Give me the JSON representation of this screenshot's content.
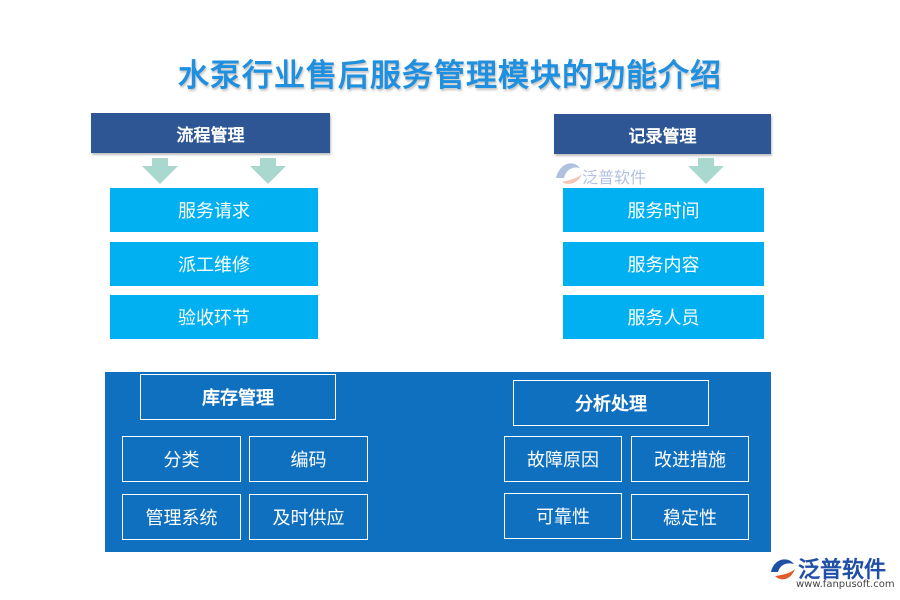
{
  "title": "水泵行业售后服务管理模块的功能介绍",
  "colors": {
    "title": "#1f8fe0",
    "header_bg": "#2e5695",
    "item_bg": "#00b0f0",
    "panel_bg": "#1070c0",
    "arrow": "#a9d8cf"
  },
  "flow": {
    "header": "流程管理",
    "items": [
      "服务请求",
      "派工维修",
      "验收环节"
    ]
  },
  "record": {
    "header": "记录管理",
    "items": [
      "服务时间",
      "服务内容",
      "服务人员"
    ]
  },
  "inventory": {
    "header": "库存管理",
    "items": [
      "分类",
      "编码",
      "管理系统",
      "及时供应"
    ]
  },
  "analysis": {
    "header": "分析处理",
    "items": [
      "故障原因",
      "改进措施",
      "可靠性",
      "稳定性"
    ]
  },
  "watermark": {
    "text": "泛普软件",
    "icon": "fanpu-logo-icon"
  },
  "logo": {
    "text": "泛普软件",
    "url": "www.fanpusoft.com",
    "icon": "fanpu-logo-icon"
  }
}
